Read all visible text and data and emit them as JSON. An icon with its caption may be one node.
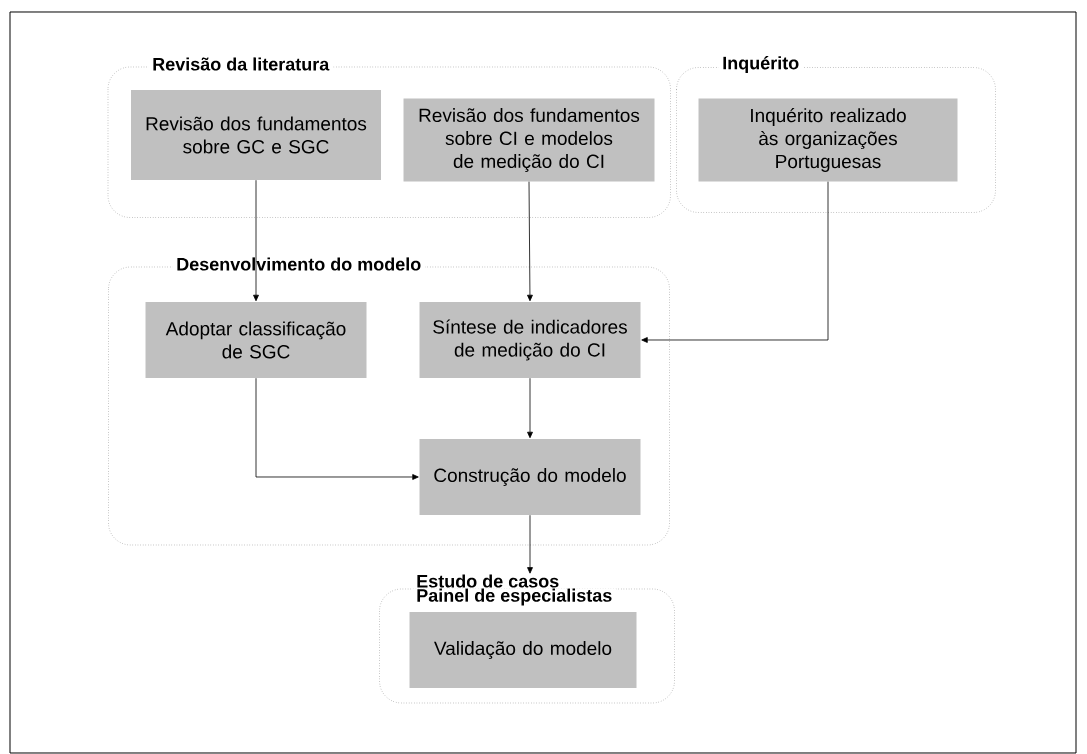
{
  "diagram": {
    "nodes": [
      {
        "text": [
          "Revisão da literatura"
        ]
      },
      {
        "text": [
          "Revisão dos fundamentos sobre GC e SGC"
        ],
        "in": 0
      },
      {
        "text": [
          "Revisão dos fundamentos sobre CI e modelos de medição do CI"
        ],
        "in": 0
      },
      {
        "text": [
          "Inquérito"
        ]
      },
      {
        "text": [
          "Inquérito realizado às organizações Portuguesas"
        ],
        "in": 3
      },
      {
        "text": [
          "Desenvolvimento do modelo"
        ]
      },
      {
        "text": [
          "Adoptar classificação de SGC"
        ],
        "in": 5
      },
      {
        "text": [
          "Síntese de indicadores de medição do CI"
        ],
        "in": 5
      },
      {
        "text": [
          "Construção do modelo"
        ],
        "in": 5
      },
      {
        "text": [
          "Estudo de casos",
          "Painel de especialistas"
        ]
      },
      {
        "text": [
          "Validação do modelo"
        ],
        "in": 9
      }
    ],
    "edges": [
      {
        "from": 1,
        "to": 6,
        "arrow": "to"
      },
      {
        "from": 2,
        "to": 7,
        "arrow": "to"
      },
      {
        "from": 4,
        "to": 7,
        "arrow": "to"
      },
      {
        "from": 7,
        "to": 8,
        "arrow": "to"
      },
      {
        "from": 6,
        "to": 8,
        "arrow": "to"
      },
      {
        "from": 8,
        "to": 9,
        "arrow": "to"
      }
    ]
  }
}
